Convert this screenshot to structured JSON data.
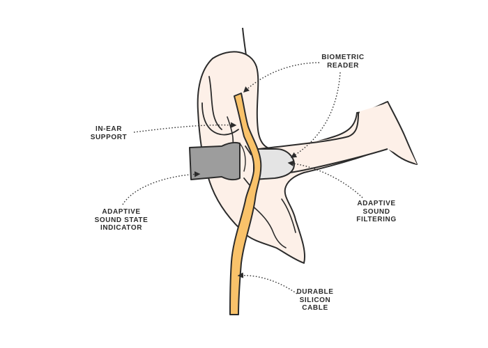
{
  "diagram": {
    "labels": {
      "biometric_reader": "BIOMETRIC\nREADER",
      "in_ear_support": "IN-EAR\nSUPPORT",
      "adaptive_sound_state_indicator": "ADAPTIVE\nSOUND STATE\nINDICATOR",
      "adaptive_sound_filtering": "ADAPTIVE\nSOUND\nFILTERING",
      "durable_silicon_cable": "DURABLE\nSILICON\nCABLE"
    },
    "colors": {
      "skin": "#fdf0e8",
      "outline": "#2b2b2b",
      "earpiece": "#f9c26a",
      "indicator": "#9d9d9d",
      "filter": "#e4e4e4",
      "leader": "#333333"
    }
  }
}
